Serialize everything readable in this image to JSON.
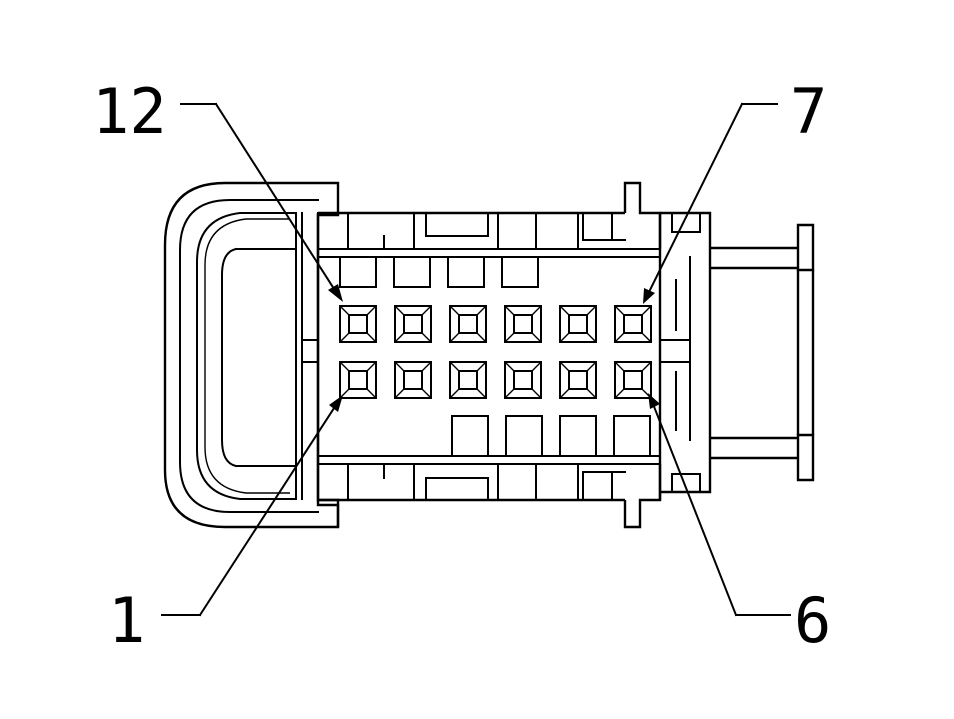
{
  "labels": {
    "pin_12": "12",
    "pin_7": "7",
    "pin_1": "1",
    "pin_6": "6"
  },
  "colors": {
    "line": "#000000",
    "background": "#ffffff"
  }
}
